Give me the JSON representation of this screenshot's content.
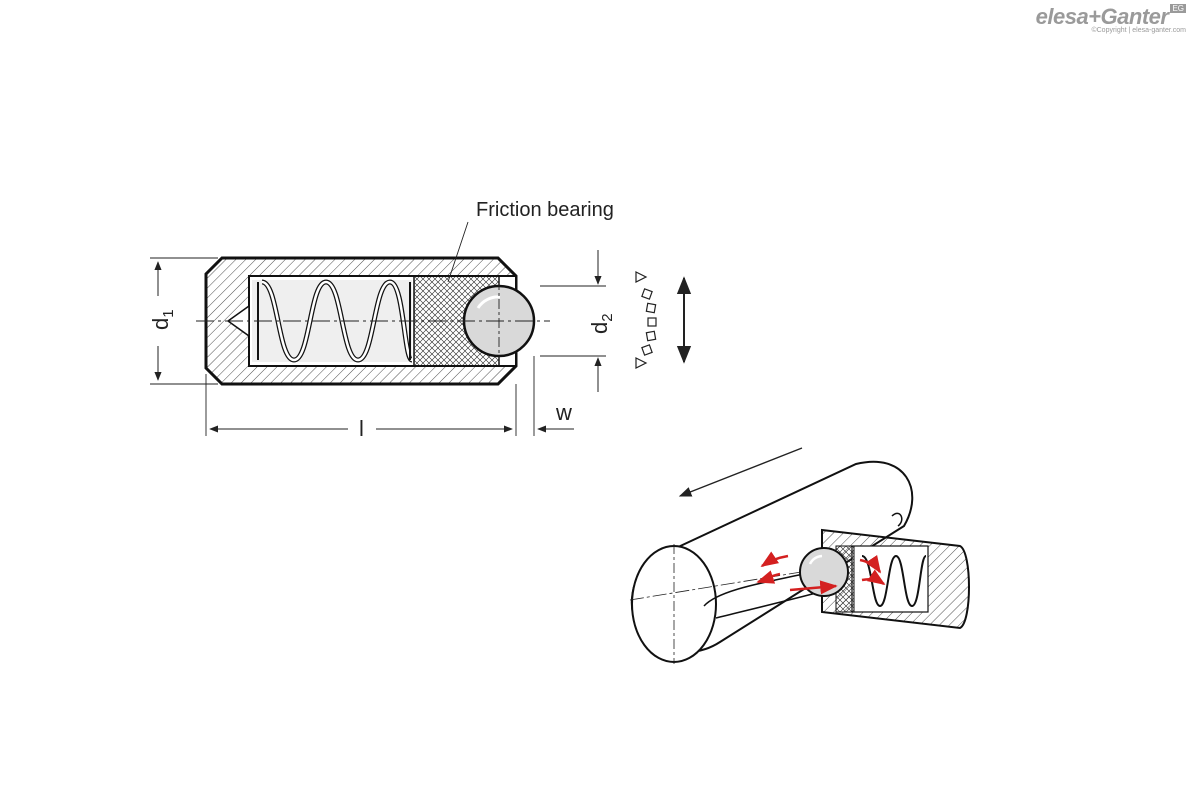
{
  "logo": {
    "name": "elesa+Ganter",
    "badge": "EG",
    "copyright": "©Copyright | elesa-ganter.com"
  },
  "labels": {
    "friction_bearing": "Friction bearing",
    "d1": "d",
    "d1_sub": "1",
    "d2": "d",
    "d2_sub": "2",
    "l": "l",
    "w": "w"
  },
  "colors": {
    "line": "#1a1a1a",
    "accent_arrows": "#d42020",
    "ball": "#d9d9d9",
    "spring": "#f0f0f0"
  }
}
